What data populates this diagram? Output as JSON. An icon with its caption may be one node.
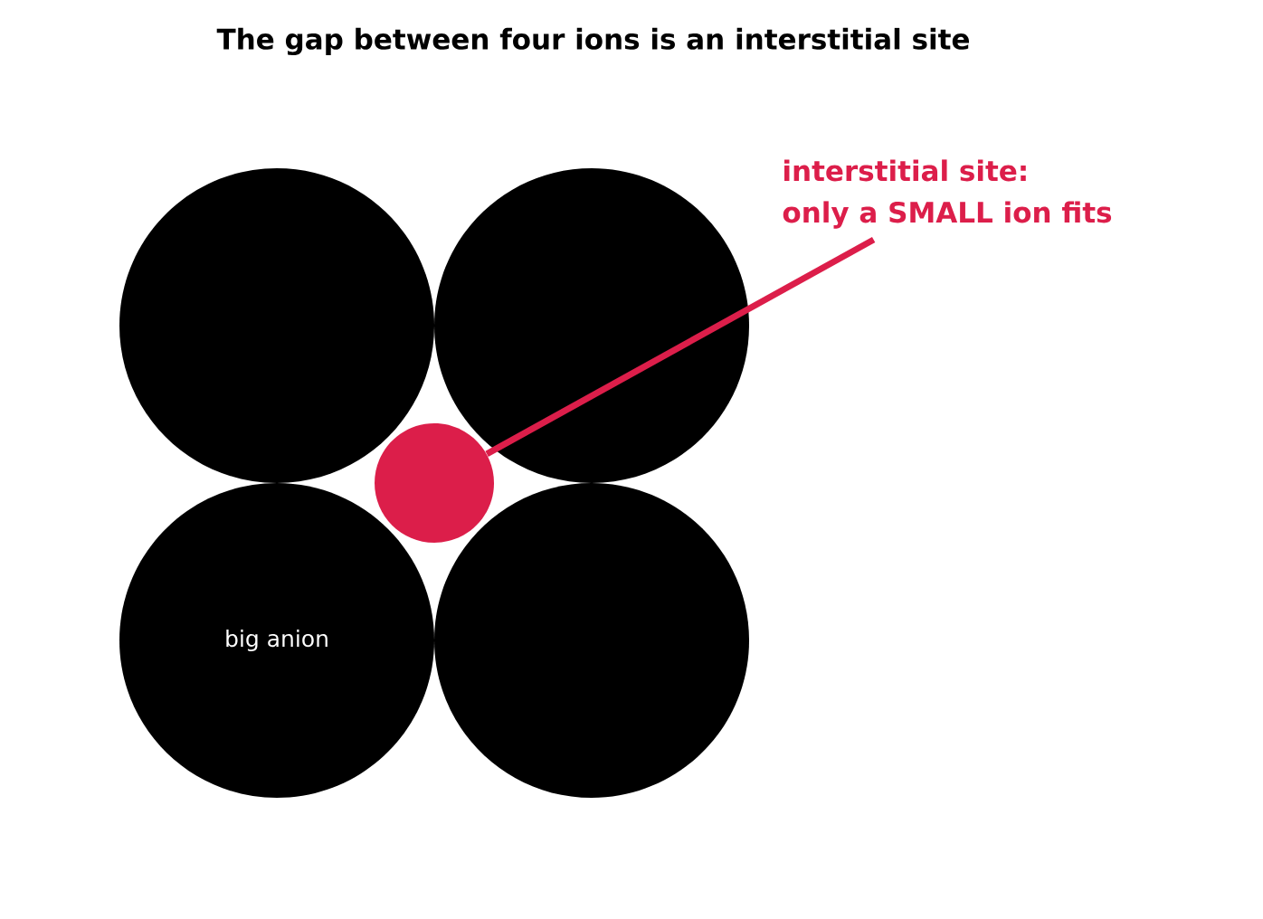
{
  "diagram": {
    "title": "The gap between four ions is an interstitial site",
    "nodes": [
      {
        "text": [],
        "shape": "circle"
      },
      {
        "text": [],
        "shape": "circle"
      },
      {
        "text": [
          "big anion"
        ]
      },
      {
        "text": [],
        "shape": "circle"
      },
      {
        "text": [],
        "shape": "circle"
      },
      {
        "text": [
          "interstitial site:",
          "only a SMALL ion fits"
        ]
      }
    ],
    "edges": [
      {
        "from": 5,
        "to": 4,
        "arrow": "none",
        "color": "#dc1e4a"
      }
    ]
  }
}
